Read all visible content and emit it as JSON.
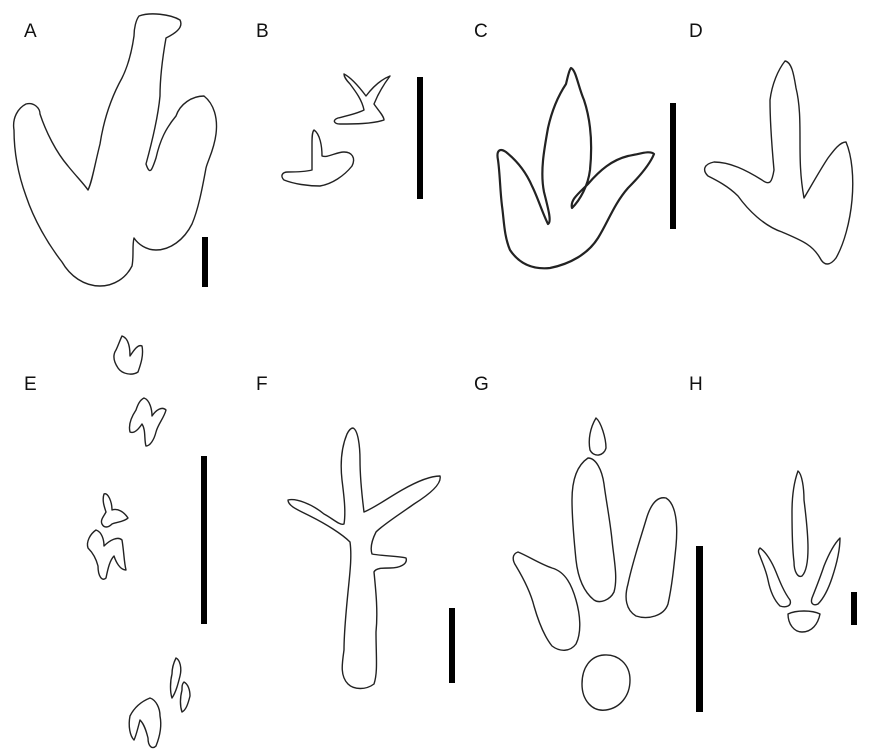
{
  "panels": [
    {
      "id": "A",
      "label": "A",
      "scale_bar": true
    },
    {
      "id": "B",
      "label": "B",
      "scale_bar": true
    },
    {
      "id": "C",
      "label": "C",
      "scale_bar": true
    },
    {
      "id": "D",
      "label": "D",
      "scale_bar": false
    },
    {
      "id": "E",
      "label": "E",
      "scale_bar": true
    },
    {
      "id": "F",
      "label": "F",
      "scale_bar": true
    },
    {
      "id": "G",
      "label": "G",
      "scale_bar": true
    },
    {
      "id": "H",
      "label": "H",
      "scale_bar": true
    }
  ],
  "colors": {
    "outline": "#222222",
    "scale_bar": "#000000",
    "background": "#ffffff"
  }
}
